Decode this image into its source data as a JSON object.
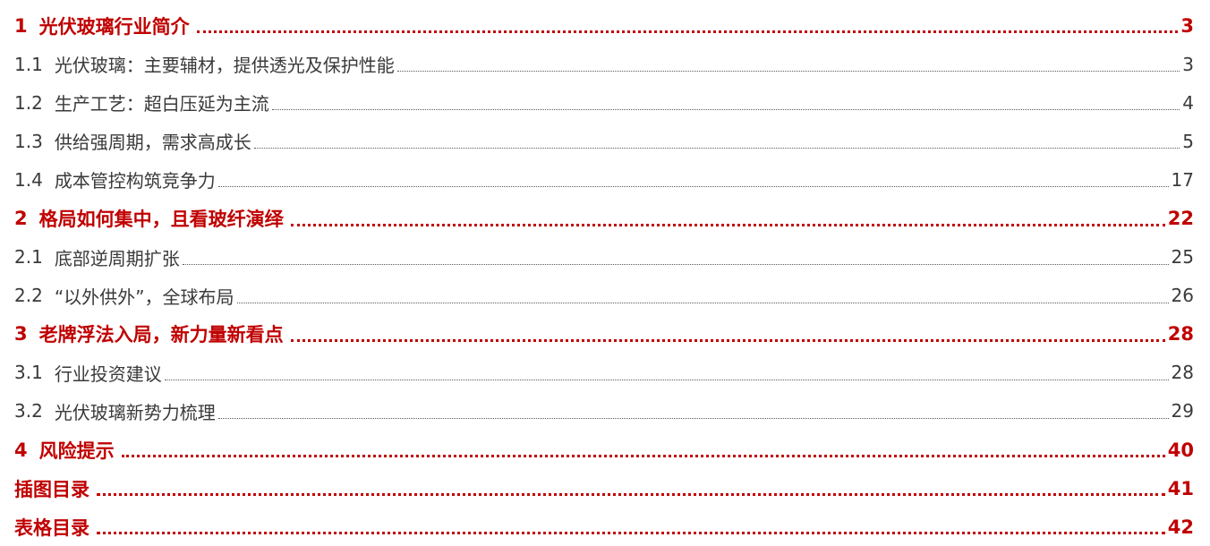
{
  "toc": {
    "entries": [
      {
        "level": 1,
        "num": "1",
        "title": "光伏玻璃行业简介",
        "page": "3"
      },
      {
        "level": 2,
        "num": "1.1",
        "title": "光伏玻璃：主要辅材，提供透光及保护性能",
        "page": "3"
      },
      {
        "level": 2,
        "num": "1.2",
        "title": "生产工艺：超白压延为主流",
        "page": "4"
      },
      {
        "level": 2,
        "num": "1.3",
        "title": "供给强周期，需求高成长",
        "page": "5"
      },
      {
        "level": 2,
        "num": "1.4",
        "title": "成本管控构筑竞争力",
        "page": "17"
      },
      {
        "level": 1,
        "num": "2",
        "title": "格局如何集中，且看玻纤演绎",
        "page": "22"
      },
      {
        "level": 2,
        "num": "2.1",
        "title": "底部逆周期扩张",
        "page": "25"
      },
      {
        "level": 2,
        "num": "2.2",
        "title": "“以外供外”，全球布局",
        "page": "26"
      },
      {
        "level": 1,
        "num": "3",
        "title": "老牌浮法入局，新力量新看点",
        "page": "28"
      },
      {
        "level": 2,
        "num": "3.1",
        "title": "行业投资建议",
        "page": "28"
      },
      {
        "level": 2,
        "num": "3.2",
        "title": "光伏玻璃新势力梳理",
        "page": "29"
      },
      {
        "level": 1,
        "num": "4",
        "title": "风险提示",
        "page": "40"
      },
      {
        "level": 1,
        "num": "",
        "title": "插图目录",
        "page": "41"
      },
      {
        "level": 1,
        "num": "",
        "title": "表格目录",
        "page": "42"
      }
    ]
  },
  "colors": {
    "heading": "#c00000",
    "body": "#3a3a3a"
  }
}
